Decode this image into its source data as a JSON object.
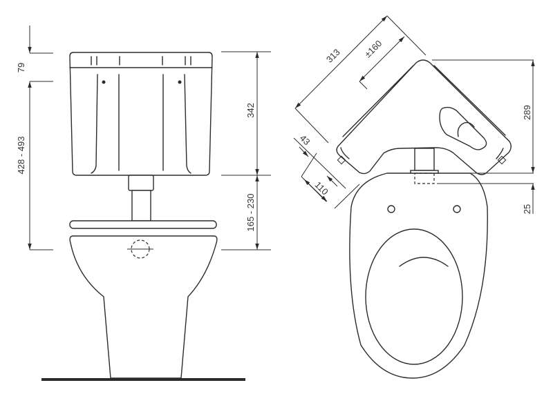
{
  "side_view": {
    "dims": {
      "tank_top_offset": "79",
      "total_height": "428 - 493",
      "tank_height": "342",
      "pipe_height": "165 - 230"
    }
  },
  "top_view": {
    "dims": {
      "tank_side": "313",
      "tank_outlet": "±160",
      "depth_a": "43",
      "depth_b": "110",
      "tank_depth": "289",
      "offset": "25"
    }
  },
  "colors": {
    "line": "#2b2b2b",
    "background": "#ffffff"
  }
}
